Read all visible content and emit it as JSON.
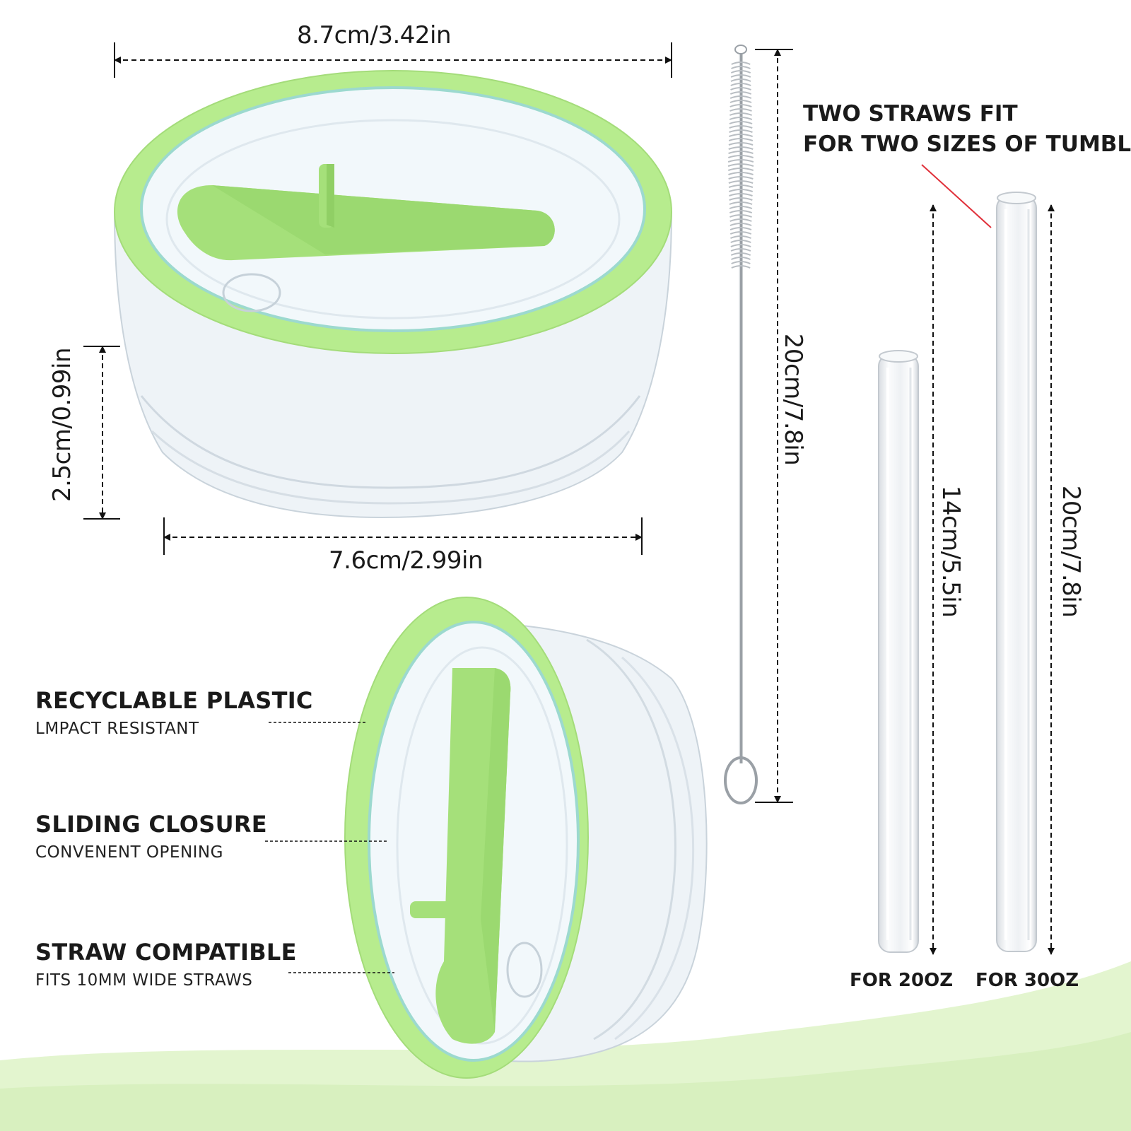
{
  "dimensions": {
    "lid_top_width": "8.7cm/3.42in",
    "lid_height": "2.5cm/0.99in",
    "lid_bottom_width": "7.6cm/2.99in",
    "brush_length": "20cm/7.8in",
    "short_straw_length": "14cm/5.5in",
    "long_straw_length": "20cm/7.8in"
  },
  "callout": {
    "line1": "TWO STRAWS FIT",
    "line2": "FOR TWO SIZES OF TUMBLER"
  },
  "features": [
    {
      "title": "RECYCLABLE PLASTIC",
      "subtitle": "LMPACT RESISTANT"
    },
    {
      "title": "SLIDING CLOSURE",
      "subtitle": "CONVENENT OPENING"
    },
    {
      "title": "STRAW COMPATIBLE",
      "subtitle": "FITS 10MM WIDE STRAWS"
    }
  ],
  "straw_labels": {
    "short": "FOR 20OZ",
    "long": "FOR 30OZ"
  },
  "colors": {
    "accent_green": "#b7ec8e",
    "lid_clear": "#e9f1f7",
    "background_wave": "#e3f5cf",
    "pointer_red": "#e0303a"
  }
}
